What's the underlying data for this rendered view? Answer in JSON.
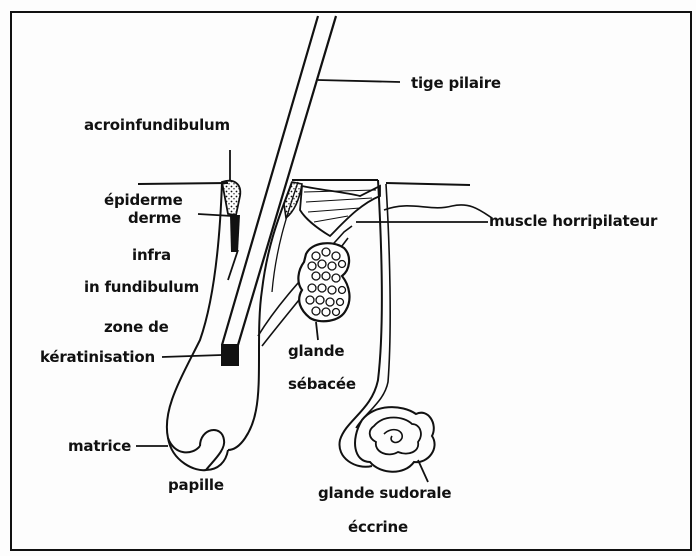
{
  "labels": {
    "tige_pilaire": "tige pilaire",
    "acroinfundibulum": "acroinfundibulum",
    "epiderme": "épiderme",
    "derme": "derme",
    "infra": "infra",
    "infundibulum": "in fundibulum",
    "muscle": "muscle horripilateur",
    "zone_de": "zone de",
    "keratinisation": "kératinisation",
    "glande": "glande",
    "sebacee": "sébacée",
    "matrice": "matrice",
    "papille": "papille",
    "glande_sudorale": "glande sudorale",
    "eccrine": "éccrine"
  },
  "colors": {
    "ink": "#111111",
    "paper": "#fdfdfd"
  }
}
